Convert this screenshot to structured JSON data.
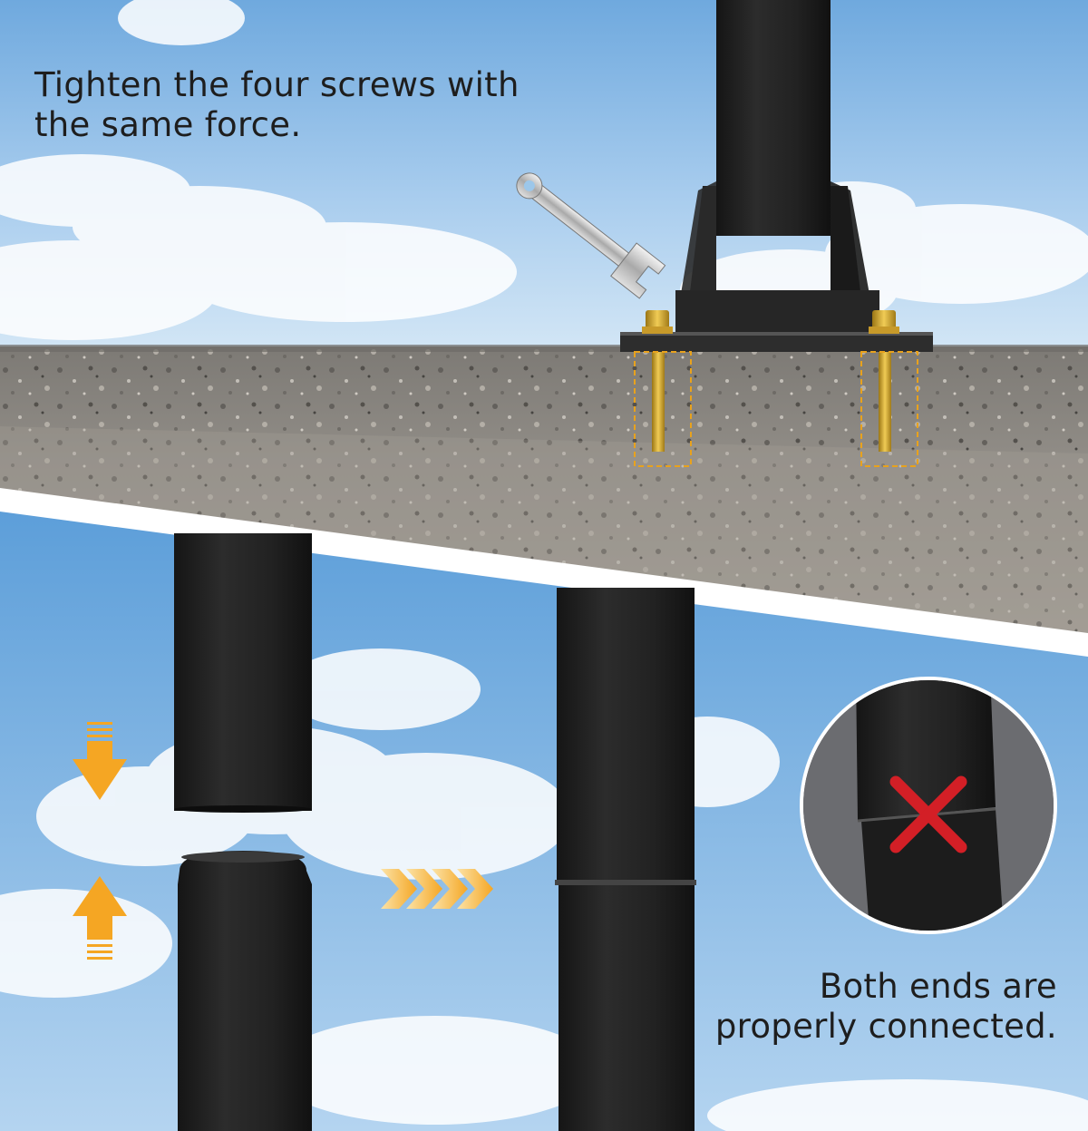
{
  "captions": {
    "top": {
      "line1": "Tighten the four screws with",
      "line2": "the same force."
    },
    "bottom": {
      "line1": "Both ends are",
      "line2": "properly connected."
    }
  },
  "colors": {
    "sky_top": "#7fb4e3",
    "sky_bottom": "#c9e0f3",
    "cloud": "#ffffff",
    "concrete": "#8e8b85",
    "pole": "#1f1f1f",
    "arrow_orange": "#f5a623",
    "bolt_gold": "#d4a52c",
    "wrong_mark_red": "#d31f26",
    "divider": "#ffffff"
  },
  "icons": {
    "down_arrow": "arrow-down-icon",
    "up_arrow": "arrow-up-icon",
    "chevrons": "chevron-right-icon",
    "wrench": "wrench-icon",
    "wrong_mark": "x-mark-icon"
  }
}
